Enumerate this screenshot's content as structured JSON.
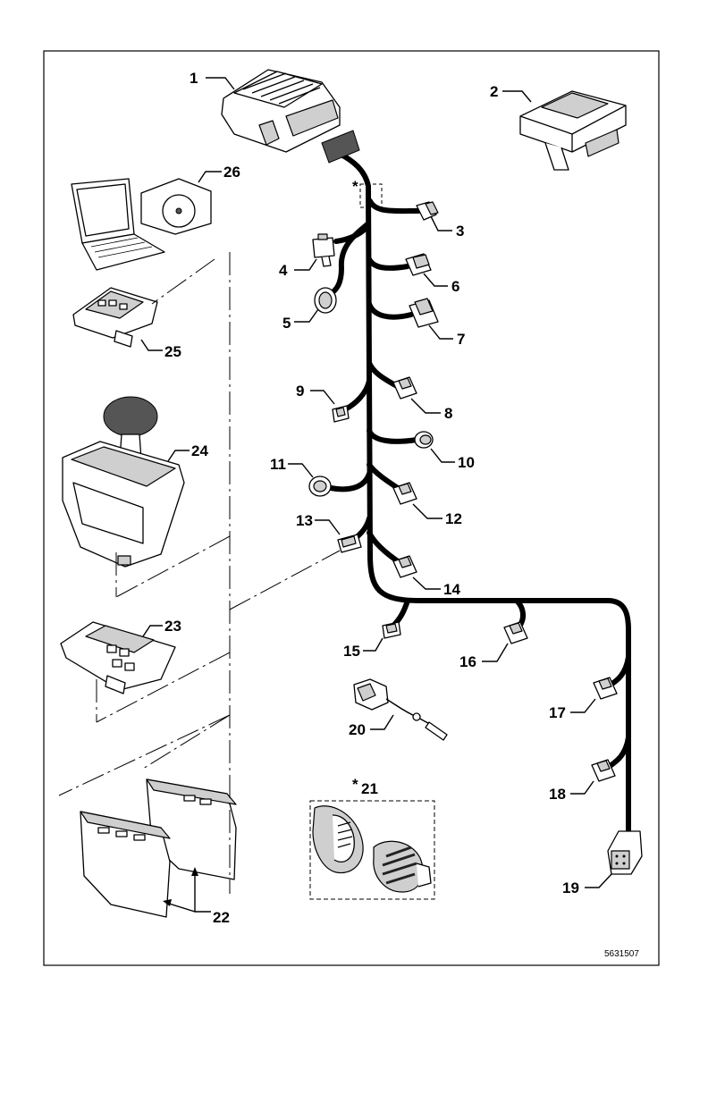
{
  "figure": {
    "reference": "5631507",
    "labels": [
      "1",
      "2",
      "3",
      "4",
      "5",
      "6",
      "7",
      "8",
      "9",
      "10",
      "11",
      "12",
      "13",
      "14",
      "15",
      "16",
      "17",
      "18",
      "19",
      "20",
      "21",
      "22",
      "23",
      "24",
      "25",
      "26"
    ],
    "marker_asterisk": "*",
    "detail_21_label": "21"
  },
  "components": [
    {
      "number": "1",
      "icon": "control-unit-icon"
    },
    {
      "number": "2",
      "icon": "module-box-icon"
    },
    {
      "number": "3",
      "icon": "connector-icon"
    },
    {
      "number": "4",
      "icon": "connector-icon"
    },
    {
      "number": "5",
      "icon": "round-connector-icon"
    },
    {
      "number": "6",
      "icon": "connector-icon"
    },
    {
      "number": "7",
      "icon": "connector-icon"
    },
    {
      "number": "8",
      "icon": "connector-icon"
    },
    {
      "number": "9",
      "icon": "connector-icon"
    },
    {
      "number": "10",
      "icon": "round-connector-icon"
    },
    {
      "number": "11",
      "icon": "round-connector-icon"
    },
    {
      "number": "12",
      "icon": "connector-icon"
    },
    {
      "number": "13",
      "icon": "connector-icon"
    },
    {
      "number": "14",
      "icon": "connector-icon"
    },
    {
      "number": "15",
      "icon": "connector-icon"
    },
    {
      "number": "16",
      "icon": "connector-icon"
    },
    {
      "number": "17",
      "icon": "connector-icon"
    },
    {
      "number": "18",
      "icon": "connector-icon"
    },
    {
      "number": "19",
      "icon": "angled-connector-icon"
    },
    {
      "number": "20",
      "icon": "sensor-cable-icon"
    },
    {
      "number": "21",
      "icon": "detail-connector-icon"
    },
    {
      "number": "22",
      "icon": "keypad-module-icon"
    },
    {
      "number": "23",
      "icon": "keypad-icon"
    },
    {
      "number": "24",
      "icon": "shift-lever-icon"
    },
    {
      "number": "25",
      "icon": "keypad-icon"
    },
    {
      "number": "26",
      "icon": "laptop-cd-icon"
    }
  ]
}
